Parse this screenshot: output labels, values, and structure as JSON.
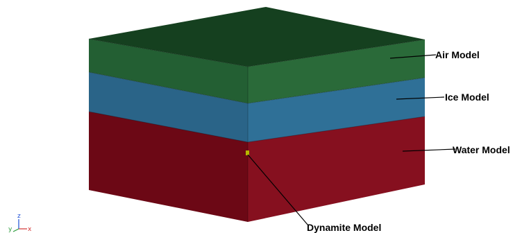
{
  "labels": {
    "air": "Air Model",
    "ice": "Ice Model",
    "water": "Water Model",
    "dynamite": "Dynamite Model"
  },
  "axes": {
    "z": "z",
    "y": "y",
    "x": "x"
  },
  "colors": {
    "air_top": "#15401f",
    "air_front": "#235f33",
    "air_right": "#2a6a39",
    "ice_front": "#2a6488",
    "ice_right": "#2f7097",
    "water_front": "#6c0815",
    "water_right": "#86101f",
    "dynamite_charge": "#b6b600",
    "leader_line": "#000000",
    "axis_z": "#1d4fd6",
    "axis_y": "#2c9c3c",
    "axis_x": "#d23333"
  }
}
